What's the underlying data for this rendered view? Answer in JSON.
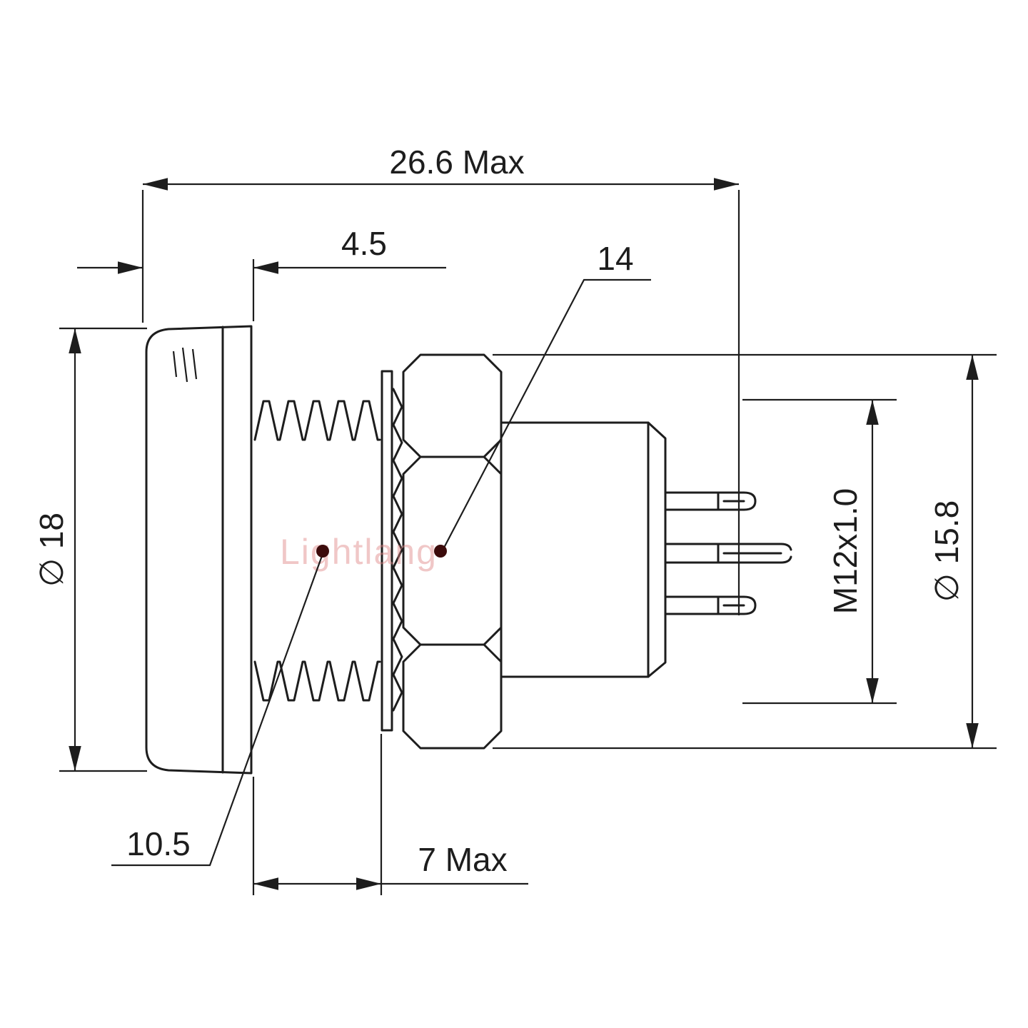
{
  "page": {
    "background": "#ffffff"
  },
  "colors": {
    "background": "#ffffff",
    "line": "#1d1d1d",
    "dot": "#3c0b0b",
    "watermark": "#e08585"
  },
  "watermark": {
    "text": "Lightlang"
  },
  "dimensions": {
    "overall_length": "26.6 Max",
    "head_depth": "4.5",
    "callout_hex": "14",
    "head_diameter": "∅ 18",
    "thread_spec": "M12x1.0",
    "flange_diameter": "∅ 15.8",
    "callout_thread": "10.5",
    "behind_panel_max": "7 Max"
  }
}
